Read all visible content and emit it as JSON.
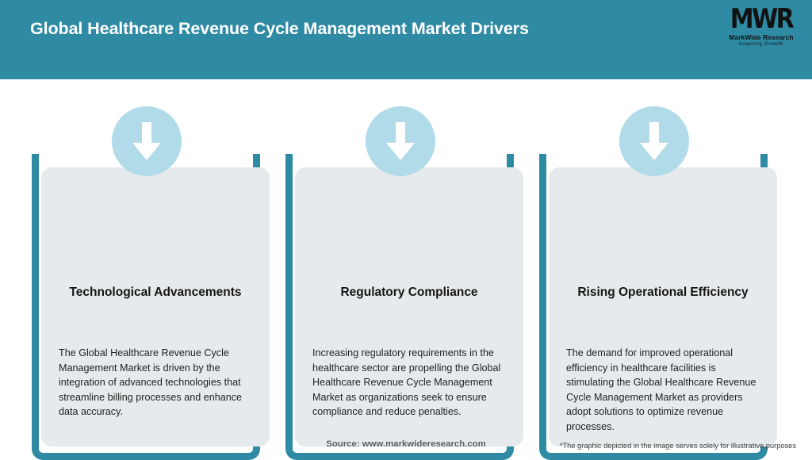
{
  "header": {
    "title": "Global Healthcare Revenue Cycle Management Market Drivers",
    "background_color": "#2f8aa4",
    "logo": {
      "mark": "MWR",
      "name": "MarkWide Research",
      "tagline": "Inspiring Growth"
    }
  },
  "cards": [
    {
      "icon": "down-arrow-icon",
      "title": "Technological Advancements",
      "body": "The Global Healthcare Revenue Cycle Management Market is driven by the integration of advanced technologies that streamline billing processes and enhance data accuracy."
    },
    {
      "icon": "down-arrow-icon",
      "title": "Regulatory Compliance",
      "body": "Increasing regulatory requirements in the healthcare sector are propelling the Global Healthcare Revenue Cycle Management Market as organizations seek to ensure compliance and reduce penalties."
    },
    {
      "icon": "down-arrow-icon",
      "title": "Rising Operational Efficiency",
      "body": "The demand for improved operational efficiency in healthcare facilities is stimulating the Global Healthcare Revenue Cycle Management Market as providers adopt solutions to optimize revenue processes."
    }
  ],
  "footer": {
    "source": "Source: www.markwideresearch.com",
    "disclaimer": "*The graphic depicted in the image serves solely for illustrative purposes"
  },
  "colors": {
    "accent_teal": "#2f8aa4",
    "badge_blue": "#b1dbe8",
    "panel_grey": "#e6eaec"
  }
}
